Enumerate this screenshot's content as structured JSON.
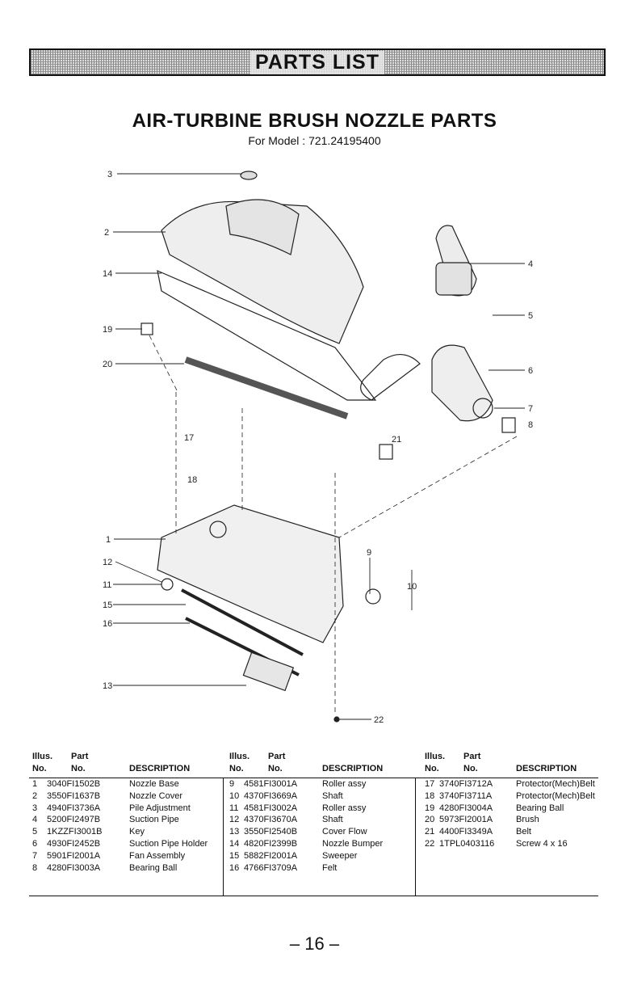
{
  "banner": "PARTS LIST",
  "title": "AIR-TURBINE BRUSH NOZZLE PARTS",
  "subtitle": "For Model : 721.24195400",
  "callouts": [
    "3",
    "2",
    "14",
    "19",
    "20",
    "17",
    "18",
    "1",
    "12",
    "11",
    "15",
    "16",
    "13",
    "4",
    "5",
    "6",
    "7",
    "8",
    "21",
    "9",
    "10",
    "22"
  ],
  "table_headers": {
    "illus_1": "Illus.",
    "illus_2": "No.",
    "part_1": "Part",
    "part_2": "No.",
    "desc": "DESCRIPTION"
  },
  "columns": [
    [
      {
        "illus": "1",
        "part": "3040FI1502B",
        "desc": "Nozzle Base"
      },
      {
        "illus": "2",
        "part": "3550FI1637B",
        "desc": "Nozzle Cover"
      },
      {
        "illus": "3",
        "part": "4940FI3736A",
        "desc": "Pile Adjustment"
      },
      {
        "illus": "4",
        "part": "5200FI2497B",
        "desc": "Suction Pipe"
      },
      {
        "illus": "5",
        "part": "1KZZFI3001B",
        "desc": "Key"
      },
      {
        "illus": "6",
        "part": "4930FI2452B",
        "desc": "Suction Pipe Holder"
      },
      {
        "illus": "7",
        "part": "5901FI2001A",
        "desc": "Fan Assembly"
      },
      {
        "illus": "8",
        "part": "4280FI3003A",
        "desc": "Bearing Ball"
      }
    ],
    [
      {
        "illus": "9",
        "part": "4581FI3001A",
        "desc": "Roller assy"
      },
      {
        "illus": "10",
        "part": "4370FI3669A",
        "desc": "Shaft"
      },
      {
        "illus": "11",
        "part": "4581FI3002A",
        "desc": "Roller assy"
      },
      {
        "illus": "12",
        "part": "4370FI3670A",
        "desc": "Shaft"
      },
      {
        "illus": "13",
        "part": "3550FI2540B",
        "desc": "Cover Flow"
      },
      {
        "illus": "14",
        "part": "4820FI2399B",
        "desc": "Nozzle Bumper"
      },
      {
        "illus": "15",
        "part": "5882FI2001A",
        "desc": "Sweeper"
      },
      {
        "illus": "16",
        "part": "4766FI3709A",
        "desc": "Felt"
      }
    ],
    [
      {
        "illus": "17",
        "part": "3740FI3712A",
        "desc": "Protector(Mech)Belt"
      },
      {
        "illus": "18",
        "part": "3740FI3711A",
        "desc": "Protector(Mech)Belt"
      },
      {
        "illus": "19",
        "part": "4280FI3004A",
        "desc": "Bearing Ball"
      },
      {
        "illus": "20",
        "part": "5973FI2001A",
        "desc": "Brush"
      },
      {
        "illus": "21",
        "part": "4400FI3349A",
        "desc": "Belt"
      },
      {
        "illus": "22",
        "part": "1TPL0403116",
        "desc": "Screw 4 x 16"
      }
    ]
  ],
  "page_number": "– 16 –"
}
